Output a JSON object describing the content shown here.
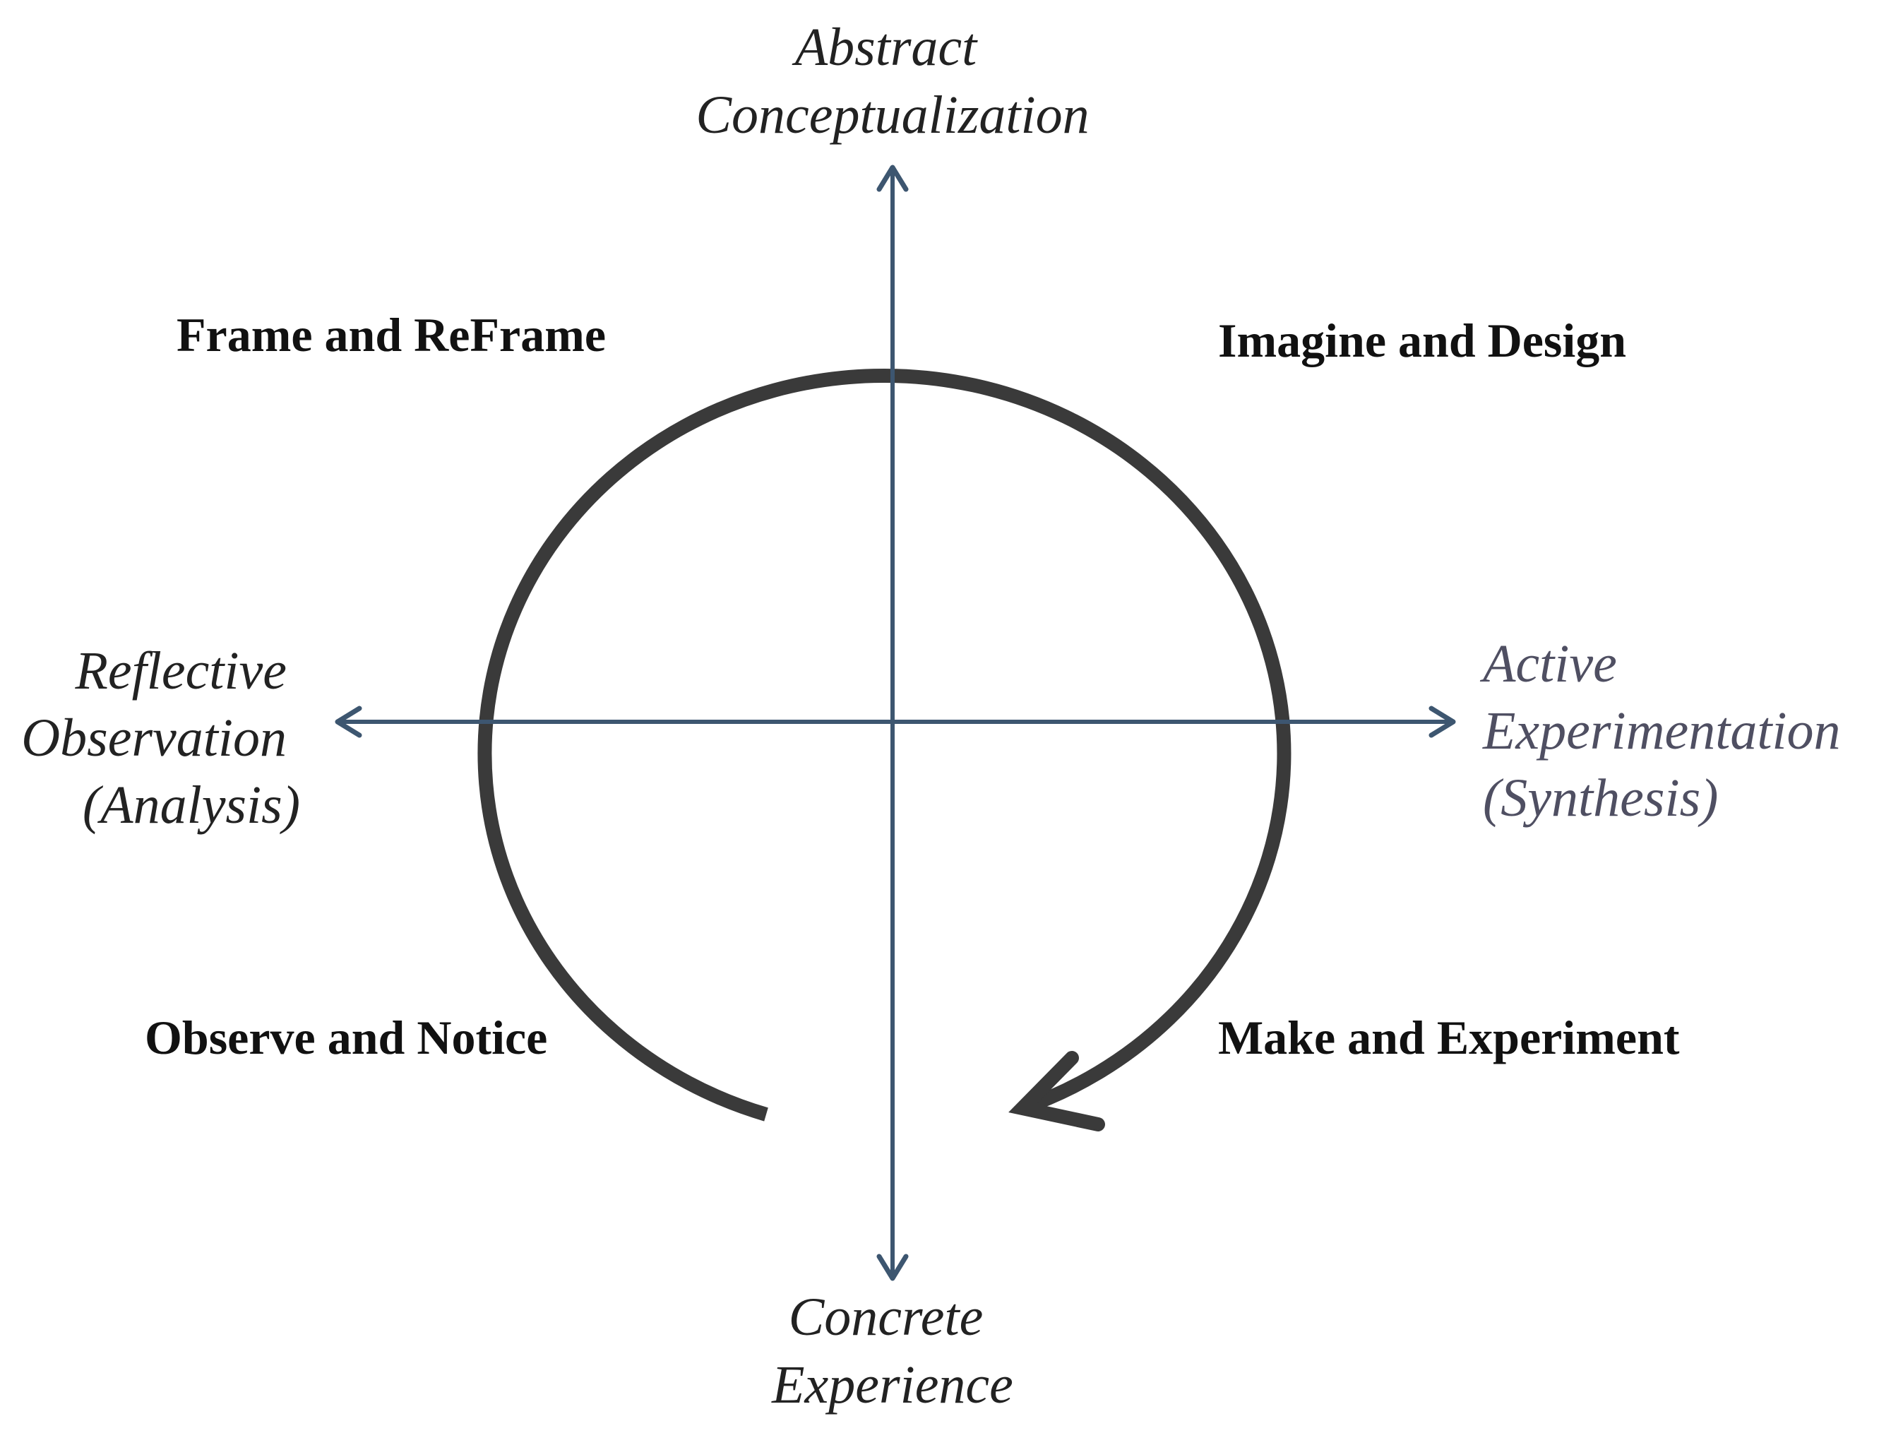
{
  "colors": {
    "axis": "#3d5670",
    "cycle": "#3a3a3a",
    "axis_text": "#222222",
    "axis_text_muted": "#4f4f62",
    "phase_text": "#111111",
    "background": "#ffffff"
  },
  "axes": {
    "top": {
      "line1": "Abstract",
      "line2": "Conceptualization"
    },
    "bottom": {
      "line1": "Concrete",
      "line2": "Experience"
    },
    "left": {
      "line1": "Reflective",
      "line2": "Observation",
      "line3": "(Analysis)"
    },
    "right": {
      "line1": "Active",
      "line2": "Experimentation",
      "line3": "(Synthesis)"
    }
  },
  "phases": {
    "top_left": "Frame and ReFrame",
    "top_right": "Imagine and Design",
    "bottom_left": "Observe and Notice",
    "bottom_right": "Make and Experiment"
  }
}
